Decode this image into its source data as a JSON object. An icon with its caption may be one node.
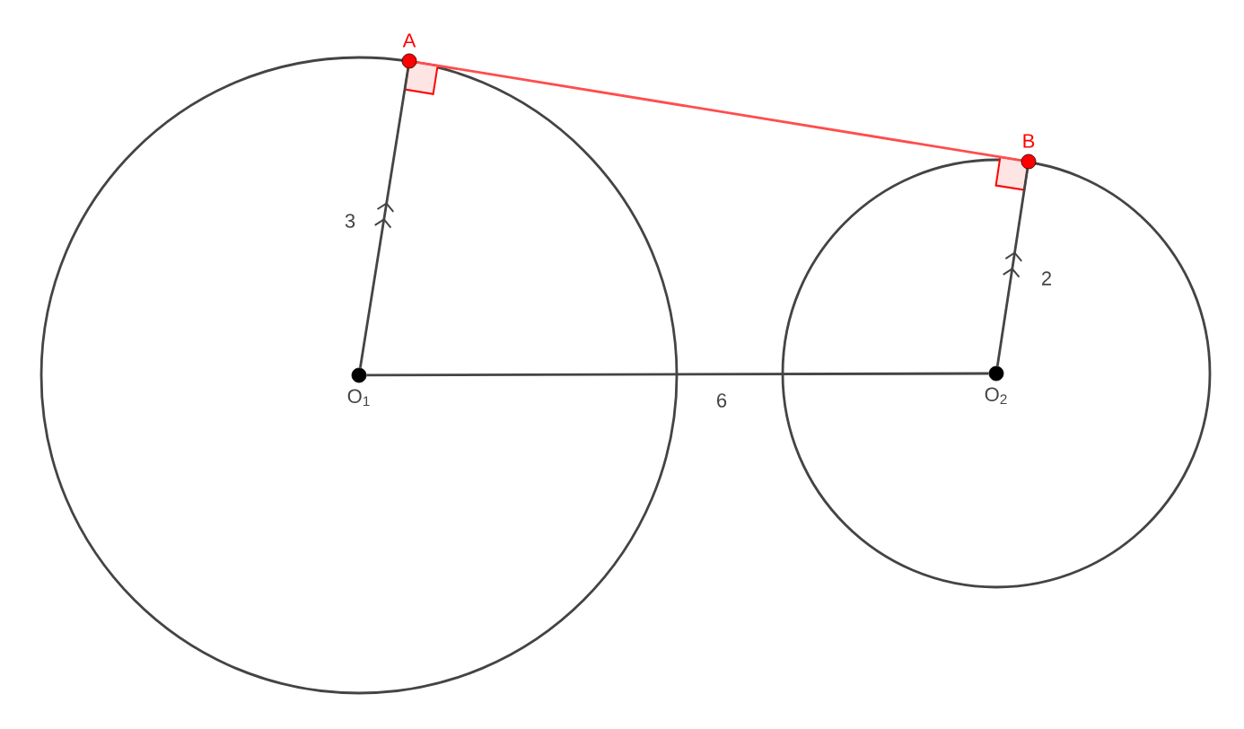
{
  "diagram": {
    "nodes": [
      {
        "text": [
          "A"
        ]
      },
      {
        "text": [
          "B"
        ]
      },
      {
        "text": [
          "O$_{1}$"
        ]
      },
      {
        "text": [
          "O$_{2}$"
        ]
      }
    ],
    "edges": [
      {
        "from": 0,
        "to": 1,
        "arrow": "none",
        "color": "#ff4d4d"
      },
      {
        "from": 2,
        "to": 0,
        "arrow": "to",
        "label": "3"
      },
      {
        "from": 3,
        "to": 1,
        "arrow": "to",
        "label": "2"
      },
      {
        "from": 2,
        "to": 3,
        "arrow": "none",
        "label": "6"
      }
    ]
  }
}
